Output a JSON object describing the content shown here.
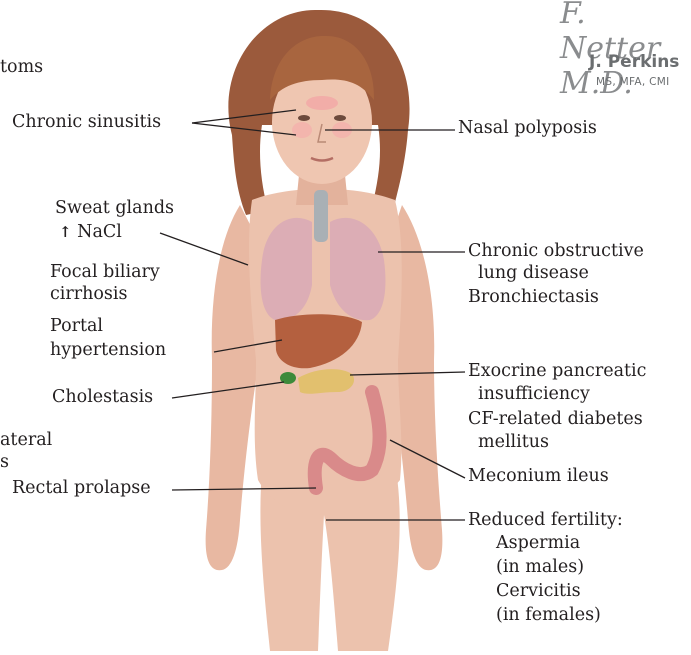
{
  "artist": {
    "signature": "F. Netter M.D.",
    "name": "J. Perkins",
    "credentials": "MS, MFA, CMI"
  },
  "labels": {
    "cut_symptoms": "toms",
    "chronic_sinusitis": "Chronic sinusitis",
    "nasal_polyposis": "Nasal polyposis",
    "sweat_glands": "Sweat glands",
    "nacl": "NaCl",
    "nacl_arrow": "↑",
    "focal_biliary": "Focal biliary",
    "cirrhosis": "cirrhosis",
    "portal": "Portal",
    "hypertension": "hypertension",
    "cholestasis": "Cholestasis",
    "cut_lateral": "ateral",
    "cut_s": "s",
    "rectal_prolapse": "Rectal prolapse",
    "copd_1": "Chronic obstructive",
    "copd_2": "lung disease",
    "bronchiectasis": "Bronchiectasis",
    "exocrine_1": "Exocrine pancreatic",
    "exocrine_2": "insufficiency",
    "cfrd_1": "CF-related diabetes",
    "cfrd_2": "mellitus",
    "meconium": "Meconium ileus",
    "fertility": "Reduced fertility:",
    "aspermia": "Aspermia",
    "in_males": "(in males)",
    "cervicitis": "Cervicitis",
    "in_females": "(in females)"
  },
  "colors": {
    "skin": "#ecc2ad",
    "hair": "#9b5a3c",
    "lungs": "#d9a9b6",
    "liver": "#b4603f",
    "pancreas": "#e2c06e",
    "colon": "#d98a8a",
    "leader": "#231f20"
  }
}
